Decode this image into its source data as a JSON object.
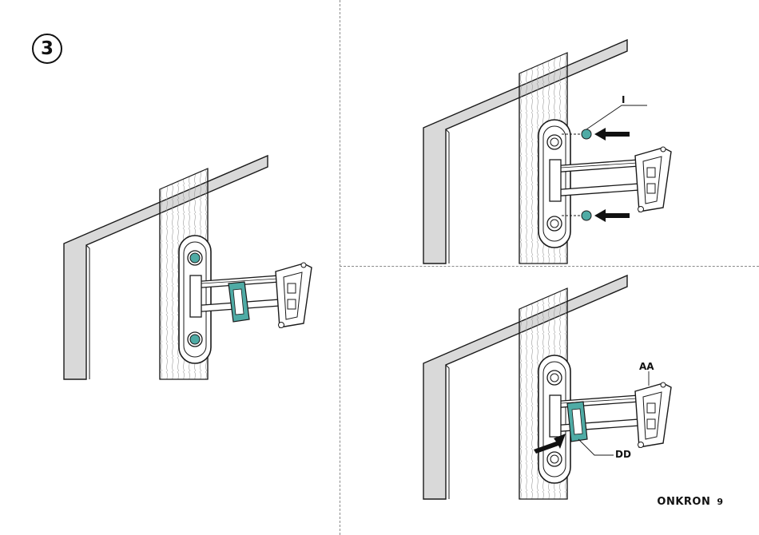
{
  "step": {
    "number": "3"
  },
  "callouts": {
    "nut": "I",
    "bracket": "AA",
    "clip": "DD"
  },
  "footer": {
    "brand": "ONKRON",
    "page_number": "9"
  },
  "colors": {
    "accent": "#4faba5",
    "line": "#1a1a1a",
    "shade": "#d9d9d9",
    "divider": "#8a8a8a"
  },
  "icons": {
    "direction_arrow": "arrow-left-icon"
  }
}
